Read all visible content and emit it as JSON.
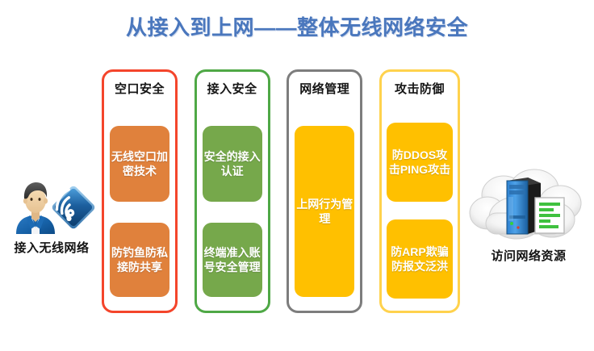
{
  "title": "从接入到上网——整体无线网络安全",
  "theme": {
    "title_color": "#4a77bd",
    "col1_border": "#f4452b",
    "col2_border": "#4fa846",
    "col3_border": "#7d7d7d",
    "col4_border": "#ffd24d",
    "orange": "#e0813c",
    "green": "#76a84b",
    "yellow": "#ffc000"
  },
  "left_node": {
    "label": "接入无线网络",
    "person_icon": "person-avatar-icon",
    "wifi_icon": "wifi-signal-icon"
  },
  "right_node": {
    "label": "访问网络资源",
    "cloud_icon": "cloud-icon",
    "server_icon": "server-tower-icon",
    "document_icon": "document-icon"
  },
  "columns": [
    {
      "title": "空口安全",
      "chips": [
        "无线空口加密技术",
        "防钓鱼防私接防共享"
      ]
    },
    {
      "title": "接入安全",
      "chips": [
        "安全的接入认证",
        "终端准入账号安全管理"
      ]
    },
    {
      "title": "网络管理",
      "chips": [
        "上网行为管理"
      ]
    },
    {
      "title": "攻击防御",
      "chips": [
        "防DDOS攻击PING攻击",
        "防ARP欺骗防报文泛洪"
      ]
    }
  ]
}
